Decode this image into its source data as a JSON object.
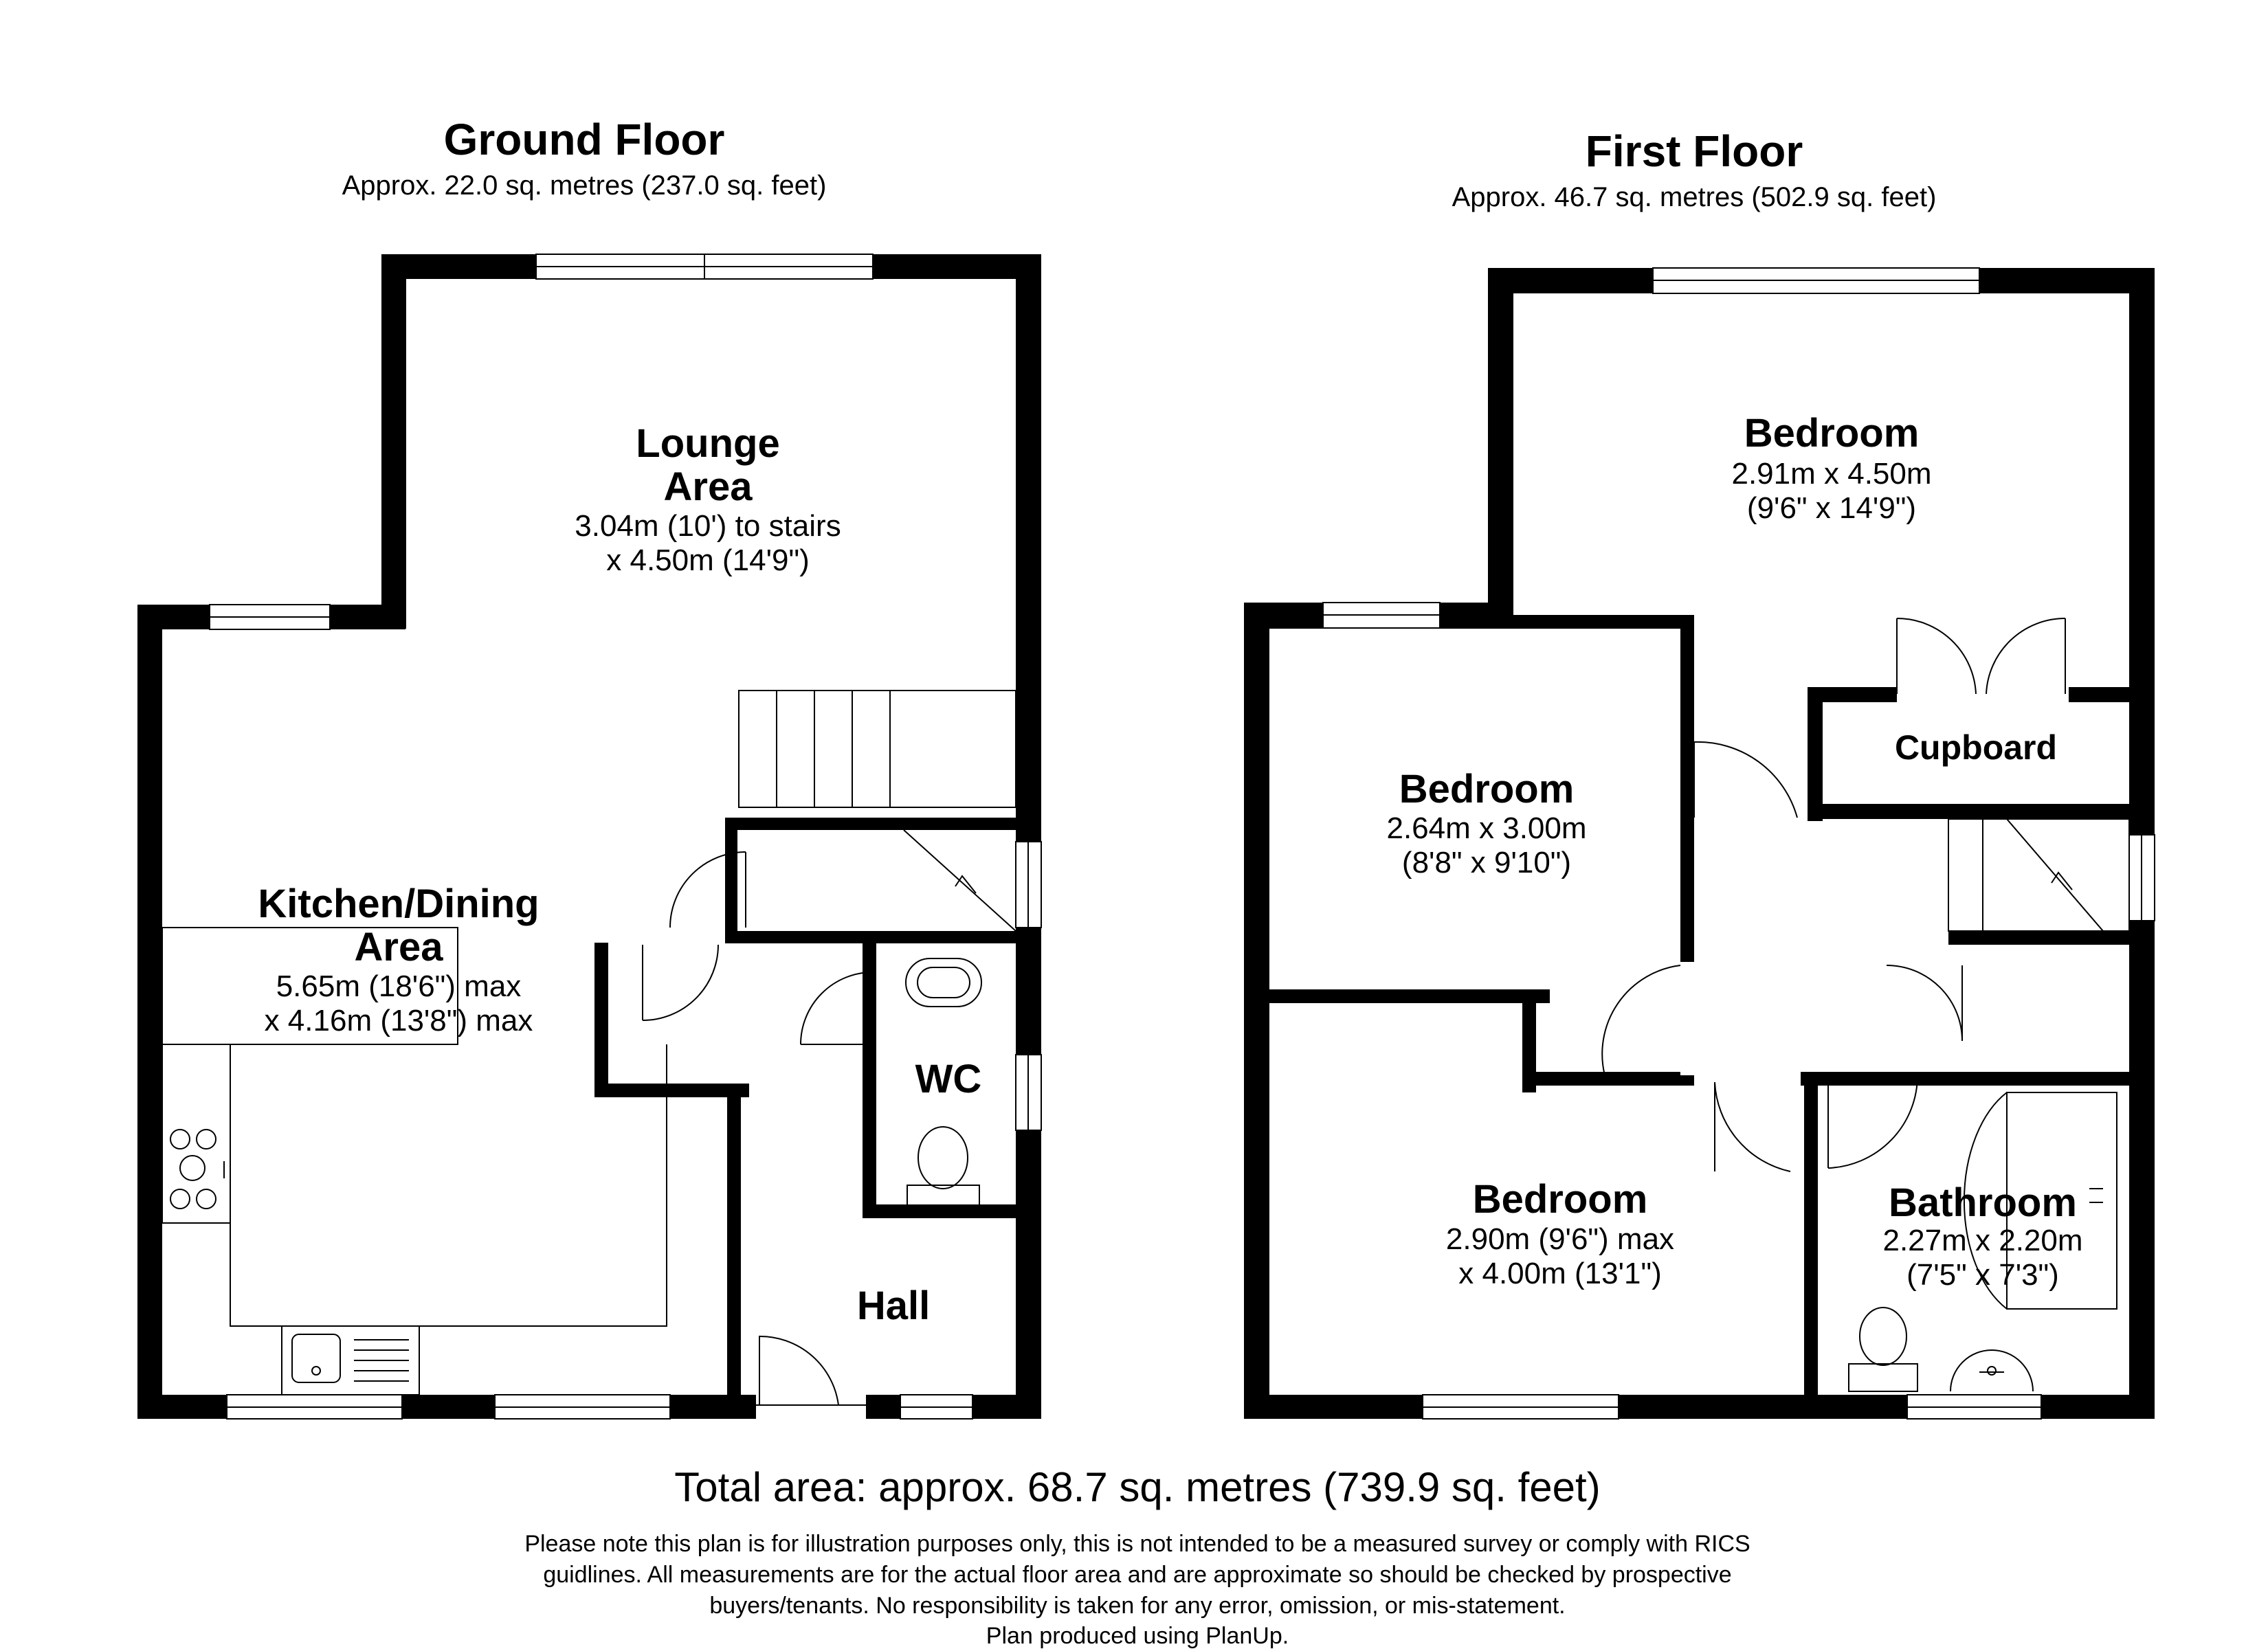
{
  "ground_floor": {
    "title": "Ground Floor",
    "area": "Approx. 22.0 sq. metres (237.0 sq. feet)",
    "rooms": {
      "lounge": {
        "name_1": "Lounge",
        "name_2": "Area",
        "dim_1": "3.04m (10') to stairs",
        "dim_2": "x 4.50m (14'9\")"
      },
      "kitchen": {
        "name_1": "Kitchen/Dining",
        "name_2": "Area",
        "dim_1": "5.65m (18'6\") max",
        "dim_2": "x 4.16m (13'8\") max"
      },
      "wc": {
        "name": "WC"
      },
      "hall": {
        "name": "Hall"
      }
    }
  },
  "first_floor": {
    "title": "First Floor",
    "area": "Approx. 46.7 sq. metres (502.9 sq. feet)",
    "rooms": {
      "bedroom_main": {
        "name": "Bedroom",
        "dim_1": "2.91m x 4.50m",
        "dim_2": "(9'6\" x 14'9\")"
      },
      "cupboard": {
        "name": "Cupboard"
      },
      "bedroom_2": {
        "name": "Bedroom",
        "dim_1": "2.64m x 3.00m",
        "dim_2": "(8'8\" x 9'10\")"
      },
      "bedroom_3": {
        "name": "Bedroom",
        "dim_1": "2.90m (9'6\") max",
        "dim_2": "x 4.00m (13'1\")"
      },
      "bathroom": {
        "name": "Bathroom",
        "dim_1": "2.27m x 2.20m",
        "dim_2": "(7'5\" x 7'3\")"
      }
    }
  },
  "total_area": "Total area: approx. 68.7 sq. metres (739.9 sq. feet)",
  "disclaimer": {
    "line_1": "Please note this plan is for illustration purposes only, this is not intended to be a measured survey or comply with RICS",
    "line_2": "guidlines. All measurements are for the actual floor area and are approximate so should be checked by prospective",
    "line_3": "buyers/tenants. No responsibility is taken for any error, omission, or mis-statement.",
    "line_4": "Plan produced using PlanUp."
  },
  "colors": {
    "walls": "#000000",
    "background": "#ffffff"
  },
  "icons": [
    "hob-icon",
    "sink-icon",
    "basin-icon",
    "toilet-icon",
    "bath-icon",
    "door-swing-icon",
    "staircase-icon"
  ]
}
